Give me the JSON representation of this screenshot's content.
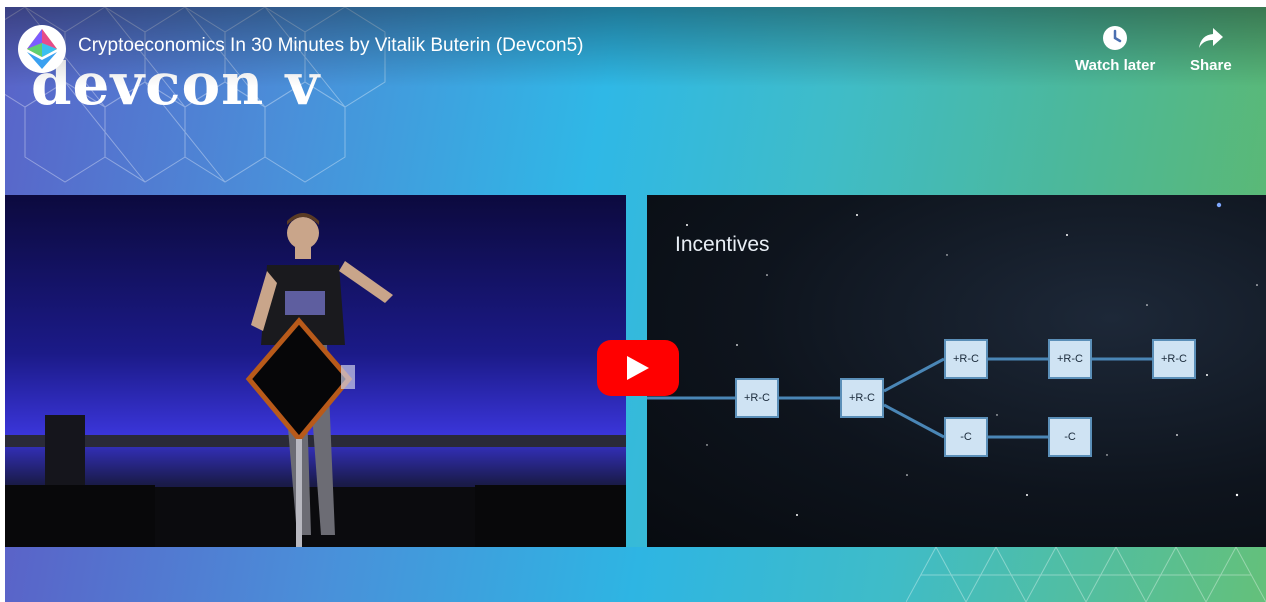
{
  "video": {
    "title": "Cryptoeconomics In 30 Minutes by Vitalik Buterin (Devcon5)"
  },
  "actions": {
    "watch_later_label": "Watch later",
    "share_label": "Share"
  },
  "branding": {
    "event_logo_text": "devcon v"
  },
  "slide": {
    "heading": "Incentives",
    "nodes": [
      "+R-C",
      "+R-C",
      "+R-C",
      "+R-C",
      "+R-C",
      "-C",
      "-C"
    ]
  },
  "colors": {
    "play_button": "#ff0000",
    "node_fill": "#cfe3f3",
    "node_border": "#5b8fb8"
  },
  "icons": {
    "watch_later": "clock-icon",
    "share": "share-arrow-icon",
    "play": "play-icon",
    "avatar": "ethereum-logo-icon"
  }
}
